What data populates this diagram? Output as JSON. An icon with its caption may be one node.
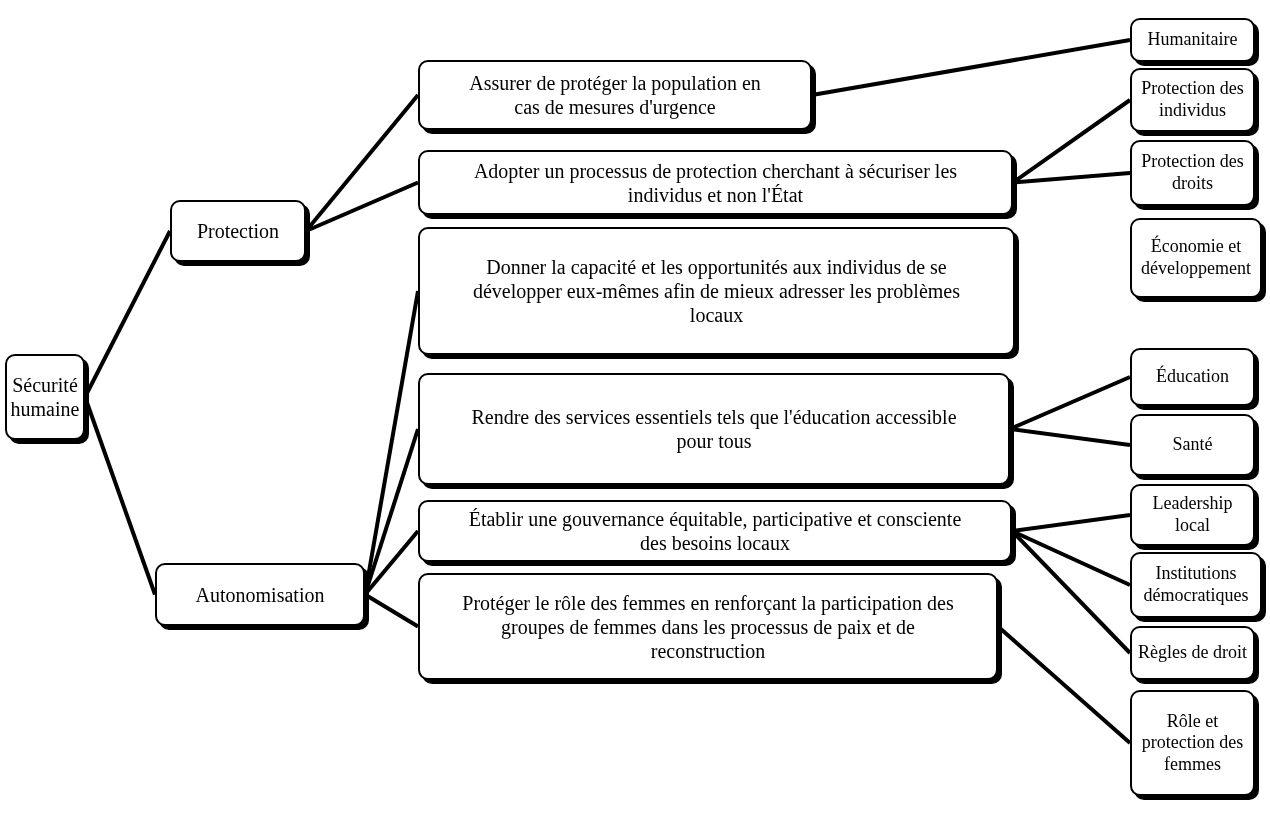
{
  "diagram": {
    "nodes": [
      {
        "text": [
          "Sécurité humaine"
        ]
      },
      {
        "text": [
          "Protection"
        ]
      },
      {
        "text": [
          "Autonomisation"
        ]
      },
      {
        "text": [
          "Assurer de protéger la population en cas de mesures d'urgence"
        ]
      },
      {
        "text": [
          "Adopter un processus de protection cherchant à sécuriser les individus et non l'État"
        ]
      },
      {
        "text": [
          "Donner la capacité et les opportunités aux individus de se développer eux-mêmes afin de mieux adresser les problèmes locaux"
        ]
      },
      {
        "text": [
          "Rendre des services essentiels tels que l'éducation accessible pour tous"
        ]
      },
      {
        "text": [
          "Établir une gouvernance équitable, participative et consciente des besoins locaux"
        ]
      },
      {
        "text": [
          "Protéger le rôle des femmes en renforçant la participation des groupes de femmes dans les processus de paix et de reconstruction"
        ]
      },
      {
        "text": [
          "Humanitaire"
        ]
      },
      {
        "text": [
          "Protection des individus"
        ]
      },
      {
        "text": [
          "Protection des droits"
        ]
      },
      {
        "text": [
          "Économie et développement"
        ]
      },
      {
        "text": [
          "Éducation"
        ]
      },
      {
        "text": [
          "Santé"
        ]
      },
      {
        "text": [
          "Leadership local"
        ]
      },
      {
        "text": [
          "Institutions démocratiques"
        ]
      },
      {
        "text": [
          "Règles de droit"
        ]
      },
      {
        "text": [
          "Rôle et protection des femmes"
        ]
      }
    ],
    "edges": [
      {
        "from": 0,
        "to": 1,
        "arrow": "none"
      },
      {
        "from": 0,
        "to": 2,
        "arrow": "none"
      },
      {
        "from": 1,
        "to": 3,
        "arrow": "none"
      },
      {
        "from": 1,
        "to": 4,
        "arrow": "none"
      },
      {
        "from": 2,
        "to": 5,
        "arrow": "none"
      },
      {
        "from": 2,
        "to": 6,
        "arrow": "none"
      },
      {
        "from": 2,
        "to": 7,
        "arrow": "none"
      },
      {
        "from": 2,
        "to": 8,
        "arrow": "none"
      },
      {
        "from": 3,
        "to": 9,
        "arrow": "none"
      },
      {
        "from": 4,
        "to": 10,
        "arrow": "none"
      },
      {
        "from": 4,
        "to": 11,
        "arrow": "none"
      },
      {
        "from": 6,
        "to": 13,
        "arrow": "none"
      },
      {
        "from": 6,
        "to": 14,
        "arrow": "none"
      },
      {
        "from": 7,
        "to": 15,
        "arrow": "none"
      },
      {
        "from": 7,
        "to": 16,
        "arrow": "none"
      },
      {
        "from": 7,
        "to": 17,
        "arrow": "none"
      },
      {
        "from": 8,
        "to": 18,
        "arrow": "none"
      }
    ]
  }
}
